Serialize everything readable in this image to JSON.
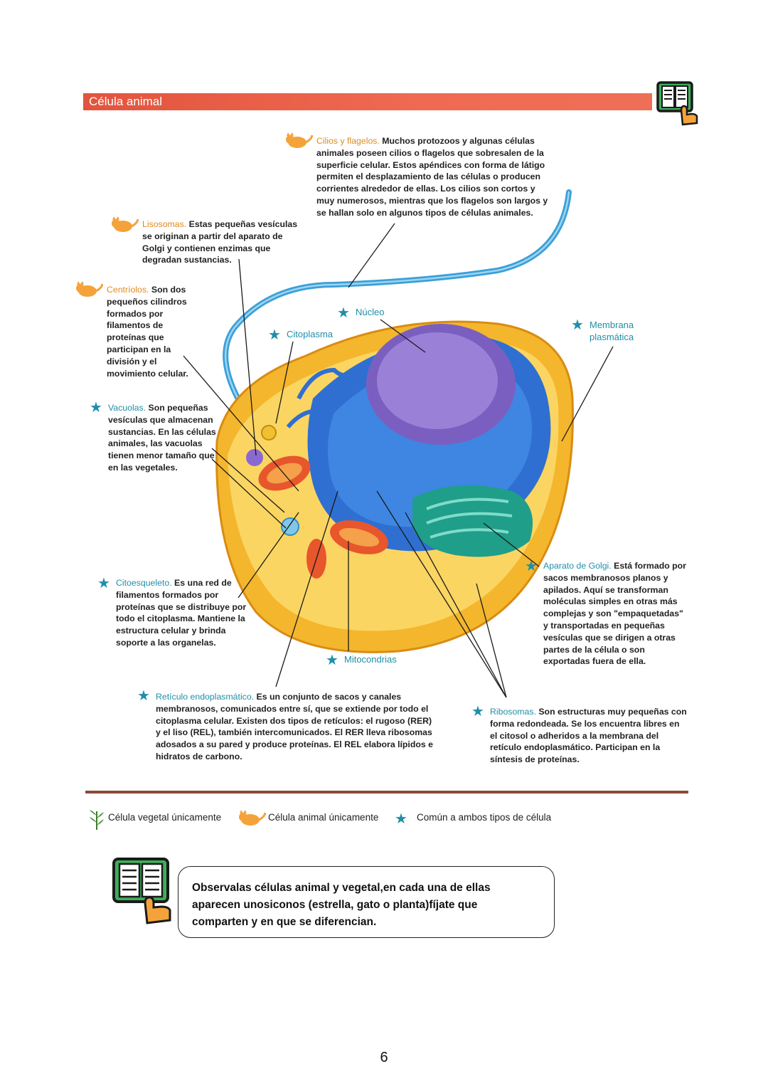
{
  "header": {
    "title": "Célula animal"
  },
  "annotations": {
    "cilios": {
      "term": "Cilios y flagelos.",
      "text": " Muchos protozoos y algunas células animales poseen cilios o flagelos que sobresalen de la superficie celular. Estos apéndices con forma de látigo permiten el desplazamiento de las células o producen corrientes alrededor de ellas. Los cilios son cortos y muy numerosos, mientras que los flagelos son largos y se hallan solo en algunos tipos de células animales."
    },
    "lisosomas": {
      "term": "Lisosomas.",
      "text": " Estas pequeñas vesículas se originan a partir del aparato de Golgi y contienen enzimas que degradan sustancias."
    },
    "centriolos": {
      "term": "Centríolos.",
      "text": " Son dos pequeños cilindros formados por filamentos de proteínas que participan en la división y el movimiento celular."
    },
    "vacuolas": {
      "term": "Vacuolas.",
      "text": " Son pequeñas vesículas que almacenan sustancias. En las células animales, las vacuolas tienen menor tamaño que en las vegetales."
    },
    "citoesqueleto": {
      "term": "Citoesqueleto.",
      "text": " Es una red de filamentos formados por proteínas que se distribuye por todo el citoplasma. Mantiene la estructura celular y brinda soporte a las organelas."
    },
    "reticulo": {
      "term": "Retículo endoplasmático.",
      "text": " Es un conjunto de sacos y canales membranosos, comunicados entre sí, que se extiende por todo el citoplasma celular. Existen dos tipos de retículos: el rugoso (RER) y el liso (REL), también intercomunicados. El RER lleva ribosomas adosados a su pared y produce proteínas. El REL elabora lípidos e hidratos de carbono."
    },
    "golgi": {
      "term": "Aparato de Golgi.",
      "text": " Está formado por sacos membranosos planos y apilados. Aquí se transforman moléculas simples en otras más complejas y son \"empaquetadas\" y transportadas en pequeñas vesículas que se dirigen a otras partes de la célula o son exportadas fuera de ella."
    },
    "ribosomas": {
      "term": "Ribosomas.",
      "text": " Son estructuras muy pequeñas con forma redondeada. Se los encuentra libres en el citosol o adheridos a la membrana del retículo endoplasmático. Participan en la síntesis de proteínas."
    }
  },
  "labels": {
    "nucleo": "Núcleo",
    "citoplasma": "Citoplasma",
    "membrana": "Membrana plasmática",
    "mitocondrias": "Mitocondrias"
  },
  "legend": {
    "vegetal": "Célula vegetal únicamente",
    "animal": "Célula animal únicamente",
    "comun": "Común a ambos tipos de célula"
  },
  "note": {
    "text": "Observalas células animal y vegetal,en cada una de ellas aparecen unosiconos (estrella, gato o planta)fíjate que comparten y en que se diferencian."
  },
  "page_number": "6",
  "colors": {
    "banner": "#e2543e",
    "accent_teal": "#1f8fa8",
    "accent_orange": "#e08a1c",
    "divider": "#8b4a36"
  },
  "icons": {
    "star": "star-icon",
    "cat": "cat-icon",
    "plant": "plant-icon",
    "book": "book-hand-icon"
  }
}
